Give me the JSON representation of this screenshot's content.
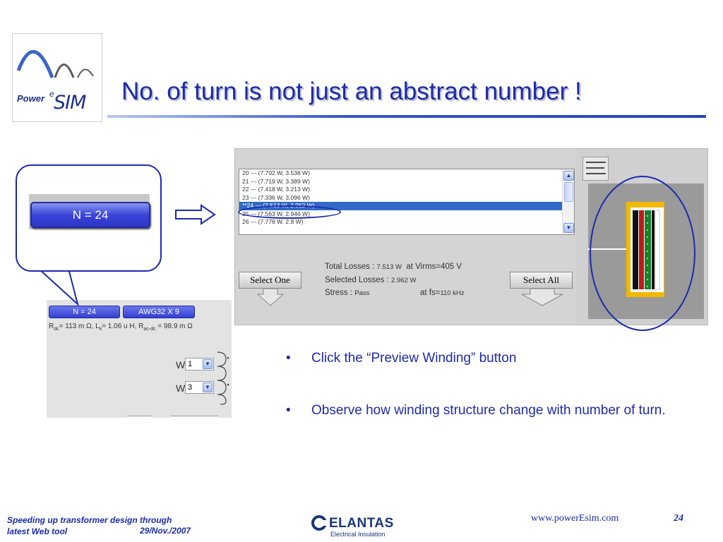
{
  "logo": {
    "word_power": "Power",
    "letter_e": "e",
    "word_sim": "SIM"
  },
  "title": "No. of turn is not just an abstract number !",
  "callout": {
    "badge": "N = 24"
  },
  "left_panel": {
    "n_button": "N = 24",
    "awg_button": "AWG32 X 9",
    "param_parts": [
      "R",
      "dc",
      "= 113 m Ω, L",
      "k",
      "= 1.06 u H, R",
      "ac-dc",
      " = 98.9 m Ω"
    ],
    "w_label": "W",
    "select_1": "1",
    "select_2": "3"
  },
  "list": {
    "rows": [
      "20    --- (7.702 W, 3.538 W)",
      "21    --- (7.719 W, 3.389 W)",
      "22    --- (7.418 W, 3.213 W)",
      "23    --- (7.336 W, 3.096 W)",
      "**24    --- (7.513 W, 2.962 W)",
      "25    --- (7.563 W, 2.946 W)",
      "26    --- (7.778 W, 2.8 W)"
    ],
    "selected_index": 4
  },
  "summary": {
    "total_label": "Total Losses :",
    "total_value": "7.513 W",
    "virms_label": "at Virms=",
    "virms_value": "405 V",
    "selected_label": "Selected Losses :",
    "selected_value": "2.962 W",
    "stress_label": "Stress :",
    "stress_value": "Pass",
    "fs_label": "at fs=",
    "fs_value": "110 kHz"
  },
  "buttons": {
    "select_one": "Select One",
    "select_all": "Select All"
  },
  "bullets": [
    "Click the “Preview Winding” button",
    "Observe how winding structure change with number of turn."
  ],
  "bullet_mark": "•",
  "footer": {
    "left_line1": "Speeding up transformer design through",
    "left_line2": "latest Web tool",
    "date": "29/Nov./2007",
    "brand": "ELANTAS",
    "brand_sub": "Electrical Insulation",
    "site": "www.powerEsim.com",
    "page": "24"
  },
  "colors": {
    "title_blue": "#1b2ba8",
    "button_blue": "#3a44d8",
    "selection": "#3169c6",
    "bobbin_yellow": "#f3b800"
  }
}
